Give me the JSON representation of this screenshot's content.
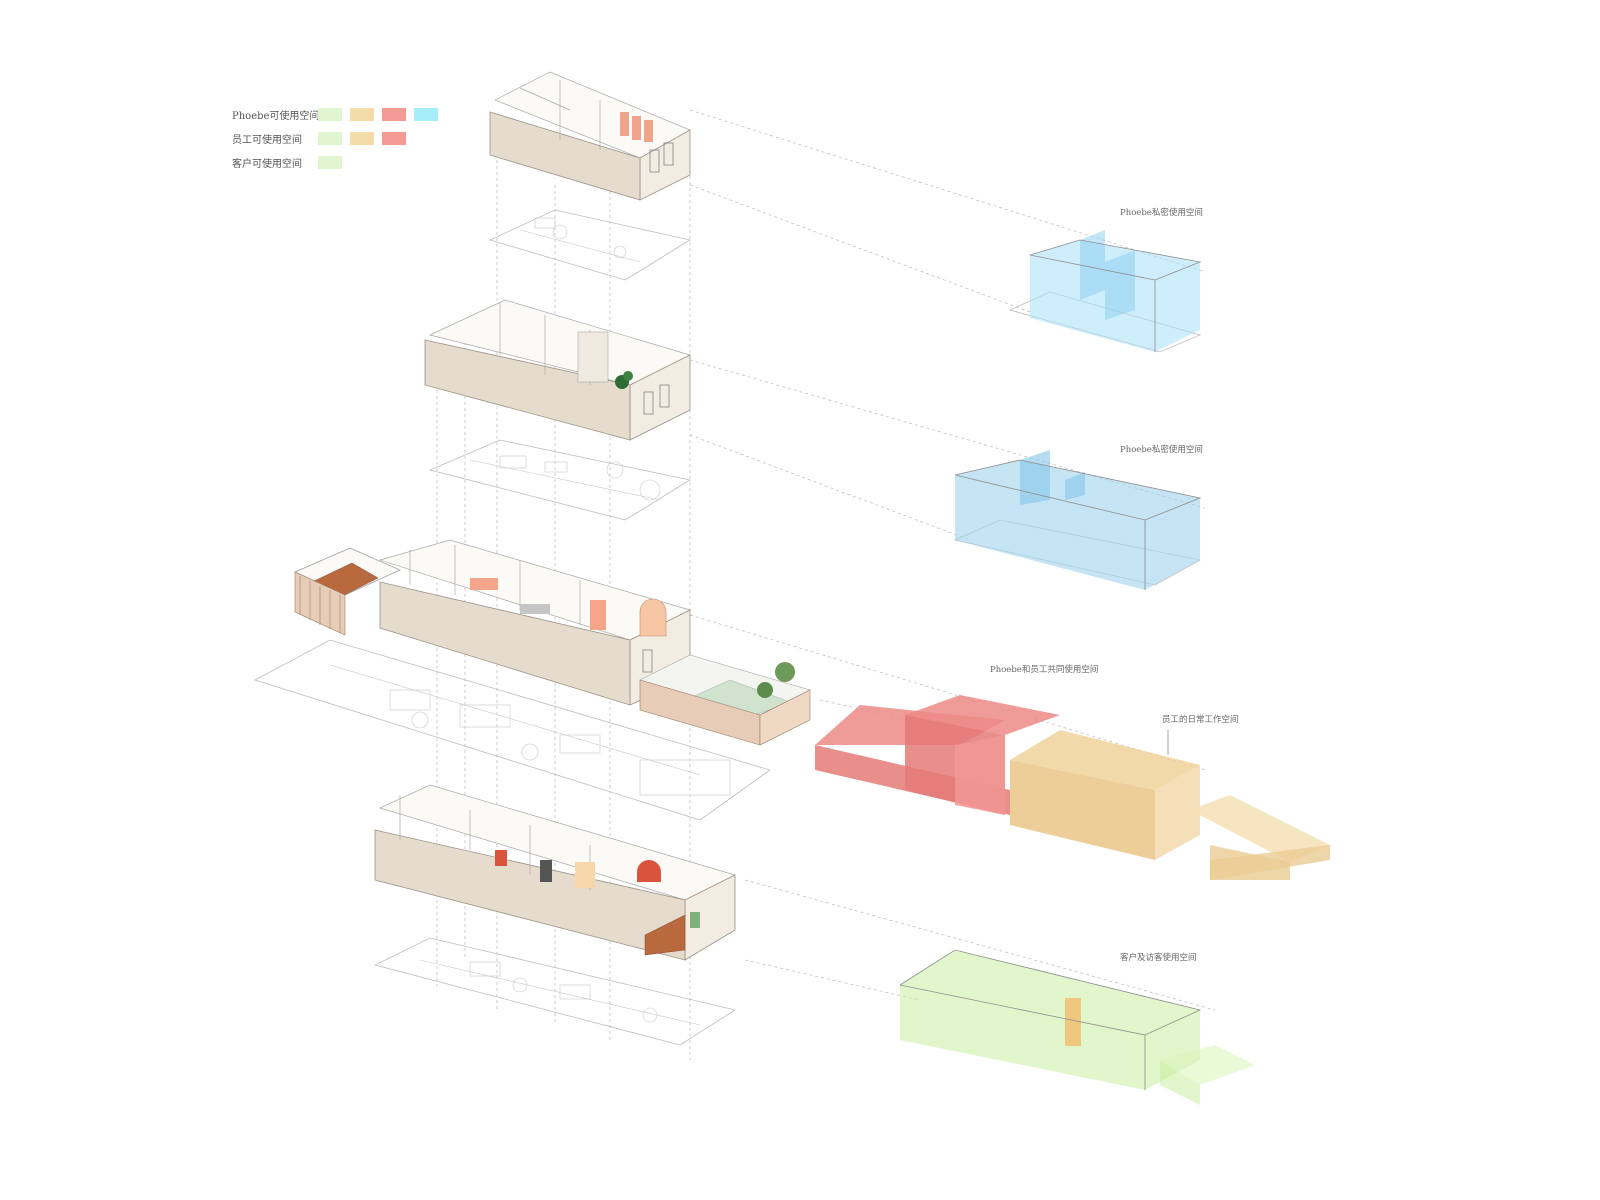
{
  "legend": [
    {
      "label": "Phoebe可使用空间",
      "colors": [
        "#dff5cf",
        "#f3dcaa",
        "#f49a94",
        "#a6eef8"
      ]
    },
    {
      "label": "员工可使用空间",
      "colors": [
        "#dff5cf",
        "#f3dcaa",
        "#f49a94"
      ]
    },
    {
      "label": "客户可使用空间",
      "colors": [
        "#dff5cf"
      ]
    }
  ],
  "zones": [
    {
      "label": "Phoebe私密使用空间",
      "color": "#a8e0f8"
    },
    {
      "label": "Phoebe私密使用空间",
      "color": "#9fd3ef"
    },
    {
      "label": "Phoebe和员工共同使用空间",
      "color": "#ec8a86"
    },
    {
      "label": "员工的日常工作空间",
      "color": "#efcf95"
    },
    {
      "label": "客户及访客使用空间",
      "color": "#c9ee9f"
    }
  ]
}
